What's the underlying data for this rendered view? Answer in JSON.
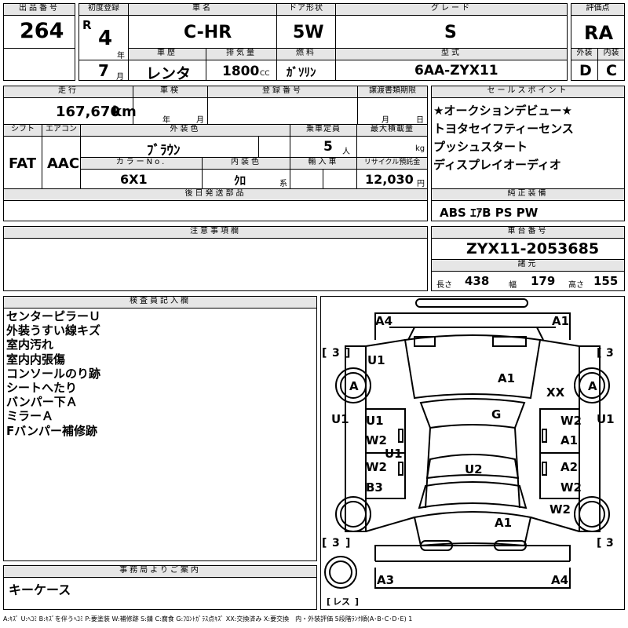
{
  "header": {
    "lot_label": "出品番号",
    "lot_number": "264",
    "first_reg_label": "初度登録",
    "era": "R",
    "year": "4",
    "year_unit": "年",
    "month": "7",
    "month_unit": "月",
    "car_name_label": "車名",
    "car_name": "C-HR",
    "door_label": "ドア形状",
    "door": "5W",
    "grade_label": "グレード",
    "grade": "S",
    "score_label": "評価点",
    "score": "RA",
    "history_label": "車歴",
    "history": "レンタ",
    "displacement_label": "排気量",
    "displacement": "1800",
    "displacement_unit": "CC",
    "fuel_label": "燃料",
    "fuel": "ｶﾞｿﾘﾝ",
    "model_label": "型式",
    "model": "6AA-ZYX11",
    "exterior_label": "外装",
    "exterior_grade": "D",
    "interior_label": "内装",
    "interior_grade": "C"
  },
  "row2": {
    "mileage_label": "走行",
    "mileage": "167,670",
    "mileage_unit": "km",
    "inspection_label": "車検",
    "inspection_year_unit": "年",
    "inspection_month_unit": "月",
    "reg_number_label": "登録番号",
    "transfer_label": "譲渡書類期限",
    "transfer_month_unit": "月",
    "transfer_day_unit": "日",
    "shift_label": "シフト",
    "shift": "FAT",
    "ac_label": "エアコン",
    "ac": "AAC",
    "ext_color_label": "外装色",
    "ext_color": "ﾌﾞﾗｳﾝ",
    "capacity_label": "乗車定員",
    "capacity": "5",
    "capacity_unit": "人",
    "max_load_label": "最大積載量",
    "max_load_unit": "kg",
    "color_no_label": "カラーNo.",
    "color_no": "6X1",
    "int_color_label": "内装色",
    "int_color": "ｸﾛ",
    "int_color_unit": "系",
    "import_label": "輸入車",
    "recycle_label": "リサイクル預託金",
    "recycle": "12,030",
    "recycle_unit": "円"
  },
  "sales_points": {
    "label": "セールスポイント",
    "items": [
      "★オークションデビュー★",
      "トヨタセイフティーセンス",
      "プッシュスタート",
      "ディスプレイオーディオ"
    ]
  },
  "later_parts": {
    "label": "後日発送部品"
  },
  "genuine_equipment": {
    "label": "純正装備",
    "value": "ABS ｴｱB PS PW"
  },
  "notes": {
    "label": "注意事項欄"
  },
  "chassis": {
    "label": "車台番号",
    "value": "ZYX11-2053685"
  },
  "dimensions": {
    "label": "諸元",
    "length_label": "長さ",
    "length": "438",
    "width_label": "幅",
    "width": "179",
    "height_label": "高さ",
    "height": "155"
  },
  "inspector": {
    "label": "検査員記入欄",
    "lines": [
      "センターピラーＵ",
      "外装うすい線キズ",
      "室内汚れ",
      "室内内張傷",
      "コンソールのり跡",
      "シートへたり",
      "バンパー下Ａ",
      "ミラーＡ",
      "Fバンパー補修跡"
    ]
  },
  "office": {
    "label": "事務局よりご案内",
    "value": "キーケース"
  },
  "diagram": {
    "marks": {
      "front_left_corner": "A4",
      "front_right_corner": "A1",
      "left_front_tire_count": "3",
      "right_front_tire_count": "3",
      "left_rear_tire_count": "3",
      "right_rear_tire_count": "3",
      "left_front_fender": "U1",
      "left_front_wheel": "A",
      "right_front_wheel": "A",
      "hood": "A1",
      "right_front_fender": "XX",
      "windshield": "G",
      "left_pillar": "U1",
      "right_pillar": "U1",
      "left_front_door_a": "U1",
      "left_front_door_b": "W2",
      "left_center_pillar": "U1",
      "left_rear_door_a": "W2",
      "left_rear_door_b": "B3",
      "right_front_door_a": "W2",
      "right_front_door_b": "A1",
      "right_rear_door_a": "A2",
      "right_rear_door_b": "W2",
      "roof": "U2",
      "right_rear_fender": "W2",
      "trunk": "A1",
      "rear_left_corner": "A3",
      "rear_right_corner": "A4",
      "spare_label": "レス"
    }
  },
  "legend": "A:ｷｽﾞ U:ﾍｺﾐ B:ｷｽﾞを伴うﾍｺﾐ P:要塗装 W:補修跡 S:錆 C:腐食 G:ﾌﾛﾝﾄｶﾞﾗｽ点ｷｽﾞ XX:交換済み X:要交換　内・外装評価 5段階ﾗﾝｸ順(A･B･C･D･E) 1"
}
